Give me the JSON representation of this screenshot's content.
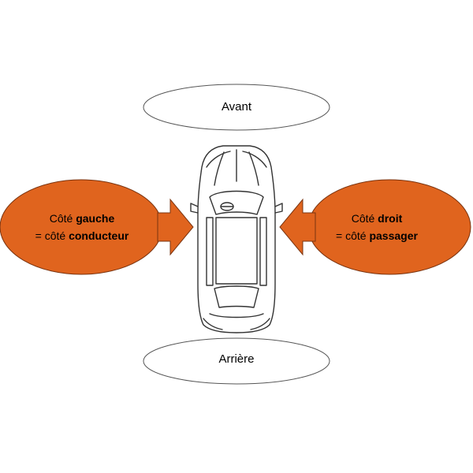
{
  "labels": {
    "front": "Avant",
    "rear": "Arrière"
  },
  "left_side": {
    "line1_prefix": "Côté",
    "line1_bold": "gauche",
    "line2_prefix": "= côté",
    "line2_bold": "conducteur"
  },
  "right_side": {
    "line1_prefix": "Côté",
    "line1_bold": "droit",
    "line2_prefix": "= côté",
    "line2_bold": "passager"
  },
  "colors": {
    "accent": "#e0641e",
    "accent_stroke": "#7a3410",
    "outline": "#444444",
    "car_line": "#333333",
    "background": "#ffffff"
  },
  "icons": {
    "car": "car-top-view-icon",
    "left_arrow": "arrow-right-icon",
    "right_arrow": "arrow-left-icon"
  }
}
